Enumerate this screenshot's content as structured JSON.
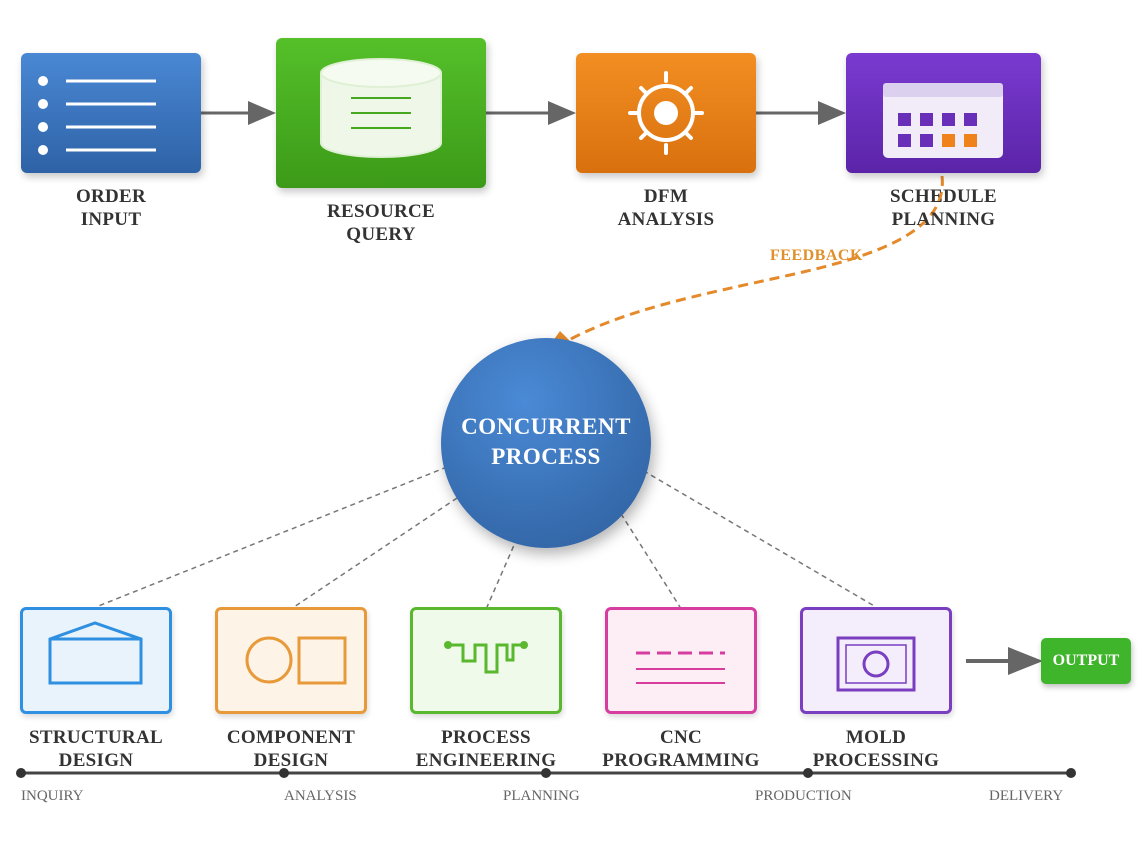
{
  "top_flow": [
    {
      "line1": "ORDER",
      "line2": "INPUT",
      "icon": "list-icon",
      "color": "#3a72b8"
    },
    {
      "line1": "RESOURCE",
      "line2": "QUERY",
      "icon": "database-icon",
      "color": "#45a81f"
    },
    {
      "line1": "DFM",
      "line2": "ANALYSIS",
      "icon": "gear-icon",
      "color": "#e5801a"
    },
    {
      "line1": "SCHEDULE",
      "line2": "PLANNING",
      "icon": "calendar-icon",
      "color": "#6a2fb8"
    }
  ],
  "feedback_label": "FEEDBACK",
  "center": {
    "line1": "CONCURRENT",
    "line2": "PROCESS"
  },
  "bottom_flow": [
    {
      "line1": "STRUCTURAL",
      "line2": "DESIGN",
      "icon": "structure-icon",
      "color": "#2f8fe0"
    },
    {
      "line1": "COMPONENT",
      "line2": "DESIGN",
      "icon": "components-icon",
      "color": "#e89a3a"
    },
    {
      "line1": "PROCESS",
      "line2": "ENGINEERING",
      "icon": "signal-icon",
      "color": "#5ab82f"
    },
    {
      "line1": "CNC",
      "line2": "PROGRAMMING",
      "icon": "code-lines-icon",
      "color": "#d63d9e"
    },
    {
      "line1": "MOLD",
      "line2": "PROCESSING",
      "icon": "mold-icon",
      "color": "#7a3fc0"
    }
  ],
  "output_label": "OUTPUT",
  "timeline": [
    "INQUIRY",
    "ANALYSIS",
    "PLANNING",
    "PRODUCTION",
    "DELIVERY"
  ]
}
